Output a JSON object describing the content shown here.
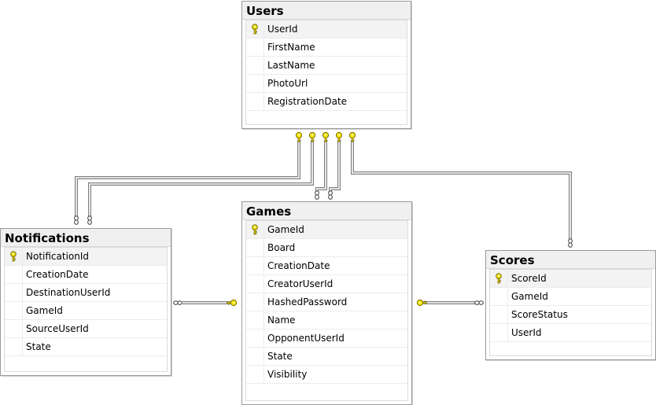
{
  "diagram": {
    "tables": {
      "users": {
        "title": "Users",
        "columns": [
          {
            "name": "UserId",
            "primary_key": true
          },
          {
            "name": "FirstName",
            "primary_key": false
          },
          {
            "name": "LastName",
            "primary_key": false
          },
          {
            "name": "PhotoUrl",
            "primary_key": false
          },
          {
            "name": "RegistrationDate",
            "primary_key": false
          }
        ]
      },
      "notifications": {
        "title": "Notifications",
        "columns": [
          {
            "name": "NotificationId",
            "primary_key": true
          },
          {
            "name": "CreationDate",
            "primary_key": false
          },
          {
            "name": "DestinationUserId",
            "primary_key": false
          },
          {
            "name": "GameId",
            "primary_key": false
          },
          {
            "name": "SourceUserId",
            "primary_key": false
          },
          {
            "name": "State",
            "primary_key": false
          }
        ]
      },
      "games": {
        "title": "Games",
        "columns": [
          {
            "name": "GameId",
            "primary_key": true
          },
          {
            "name": "Board",
            "primary_key": false
          },
          {
            "name": "CreationDate",
            "primary_key": false
          },
          {
            "name": "CreatorUserId",
            "primary_key": false
          },
          {
            "name": "HashedPassword",
            "primary_key": false
          },
          {
            "name": "Name",
            "primary_key": false
          },
          {
            "name": "OpponentUserId",
            "primary_key": false
          },
          {
            "name": "State",
            "primary_key": false
          },
          {
            "name": "Visibility",
            "primary_key": false
          }
        ]
      },
      "scores": {
        "title": "Scores",
        "columns": [
          {
            "name": "ScoreId",
            "primary_key": true
          },
          {
            "name": "GameId",
            "primary_key": false
          },
          {
            "name": "ScoreStatus",
            "primary_key": false
          },
          {
            "name": "UserId",
            "primary_key": false
          }
        ]
      }
    },
    "relationships": [
      {
        "from": "users",
        "to": "notifications",
        "type": "one-to-many"
      },
      {
        "from": "users",
        "to": "notifications",
        "type": "one-to-many"
      },
      {
        "from": "users",
        "to": "games",
        "type": "one-to-many"
      },
      {
        "from": "users",
        "to": "games",
        "type": "one-to-many"
      },
      {
        "from": "users",
        "to": "scores",
        "type": "one-to-many"
      },
      {
        "from": "games",
        "to": "notifications",
        "type": "one-to-many"
      },
      {
        "from": "games",
        "to": "scores",
        "type": "one-to-many"
      }
    ],
    "colors": {
      "key_fill": "#f5e600",
      "key_stroke": "#7a6a00",
      "line": "#808080",
      "border": "#9a9a9a"
    },
    "icons": {
      "primary_key": "key-icon",
      "one_end": "key-icon",
      "many_end": "infinity-icon"
    }
  }
}
